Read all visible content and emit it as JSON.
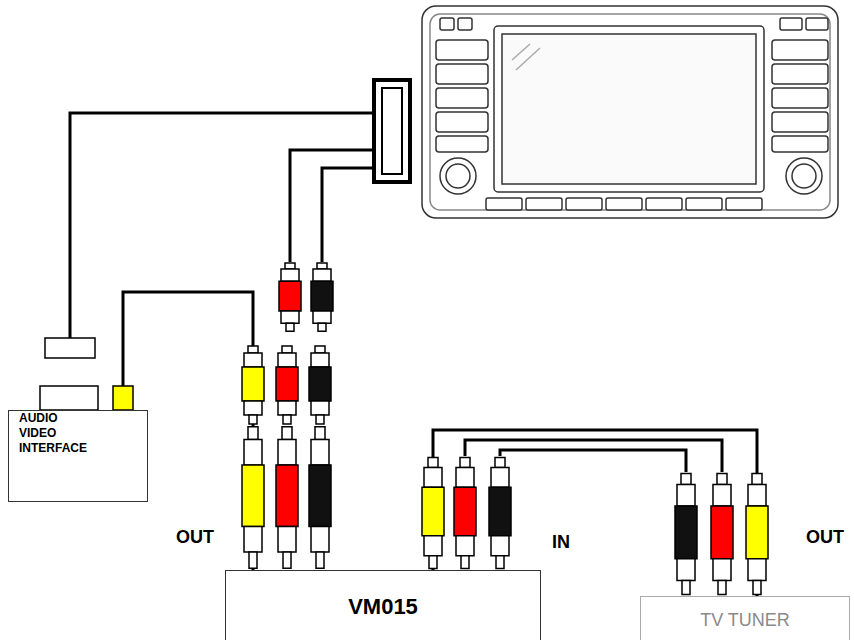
{
  "diagram": {
    "nodes": [
      {
        "text": [
          "AUDIO VIDEO INTERFACE"
        ]
      },
      {
        "text": [
          "VM015"
        ]
      },
      {
        "text": [
          "TV TUNER"
        ]
      }
    ],
    "edges": [
      {
        "from": 1,
        "to": 0,
        "arrow": "none"
      },
      {
        "from": 2,
        "to": 1,
        "arrow": "none"
      }
    ],
    "labels": [
      "OUT",
      "IN",
      "OUT"
    ]
  }
}
